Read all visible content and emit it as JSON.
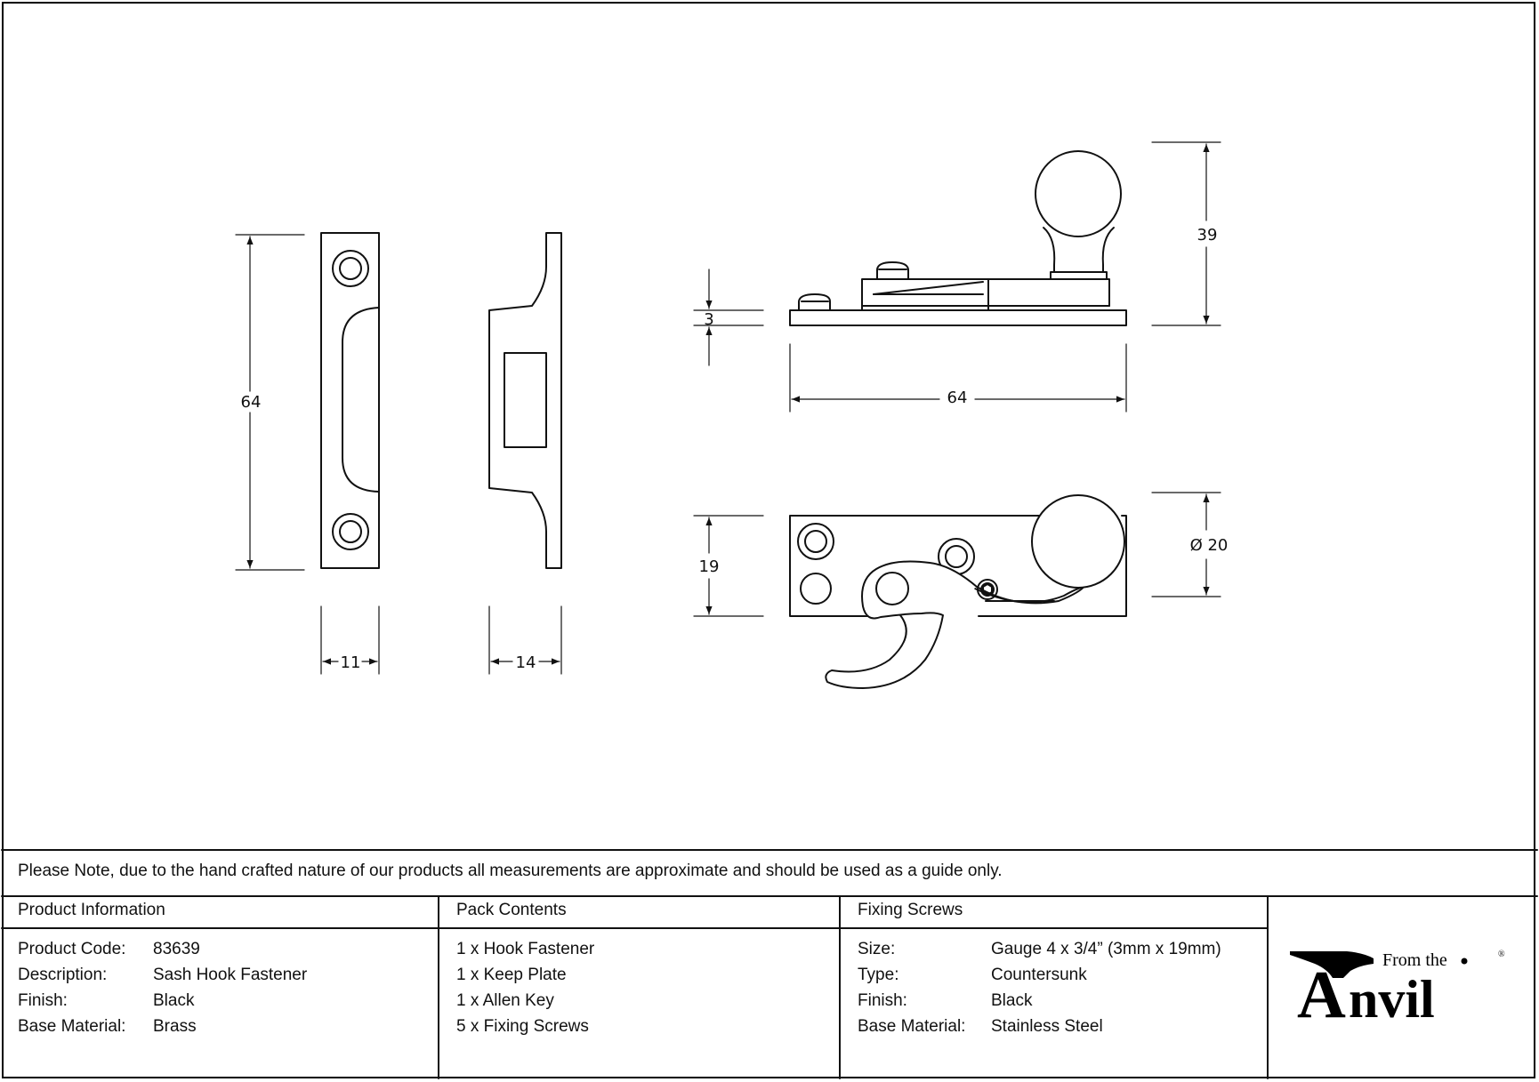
{
  "dimensions": {
    "keep_height": "64",
    "keep_width": "11",
    "keep_depth": "14",
    "base_thickness": "3",
    "total_height": "39",
    "length": "64",
    "plate_width": "19",
    "knob_diameter": "Ø 20"
  },
  "note": "Please Note, due to the hand crafted nature of our products all measurements are approximate and should be used as a guide only.",
  "product_information": {
    "heading": "Product Information",
    "rows": [
      {
        "label": "Product Code:",
        "value": "83639"
      },
      {
        "label": "Description:",
        "value": "Sash Hook Fastener"
      },
      {
        "label": "Finish:",
        "value": "Black"
      },
      {
        "label": "Base Material:",
        "value": "Brass"
      }
    ]
  },
  "pack_contents": {
    "heading": "Pack Contents",
    "items": [
      "1 x Hook Fastener",
      "1 x Keep Plate",
      "1 x Allen Key",
      "5 x Fixing Screws"
    ]
  },
  "fixing_screws": {
    "heading": "Fixing Screws",
    "rows": [
      {
        "label": "Size:",
        "value": "Gauge 4 x 3/4” (3mm x 19mm)"
      },
      {
        "label": "Type:",
        "value": "Countersunk"
      },
      {
        "label": "Finish:",
        "value": "Black"
      },
      {
        "label": "Base Material:",
        "value": "Stainless Steel"
      }
    ]
  },
  "logo": {
    "small_text": "From the",
    "big_text": "Anvil",
    "registered": "®"
  }
}
